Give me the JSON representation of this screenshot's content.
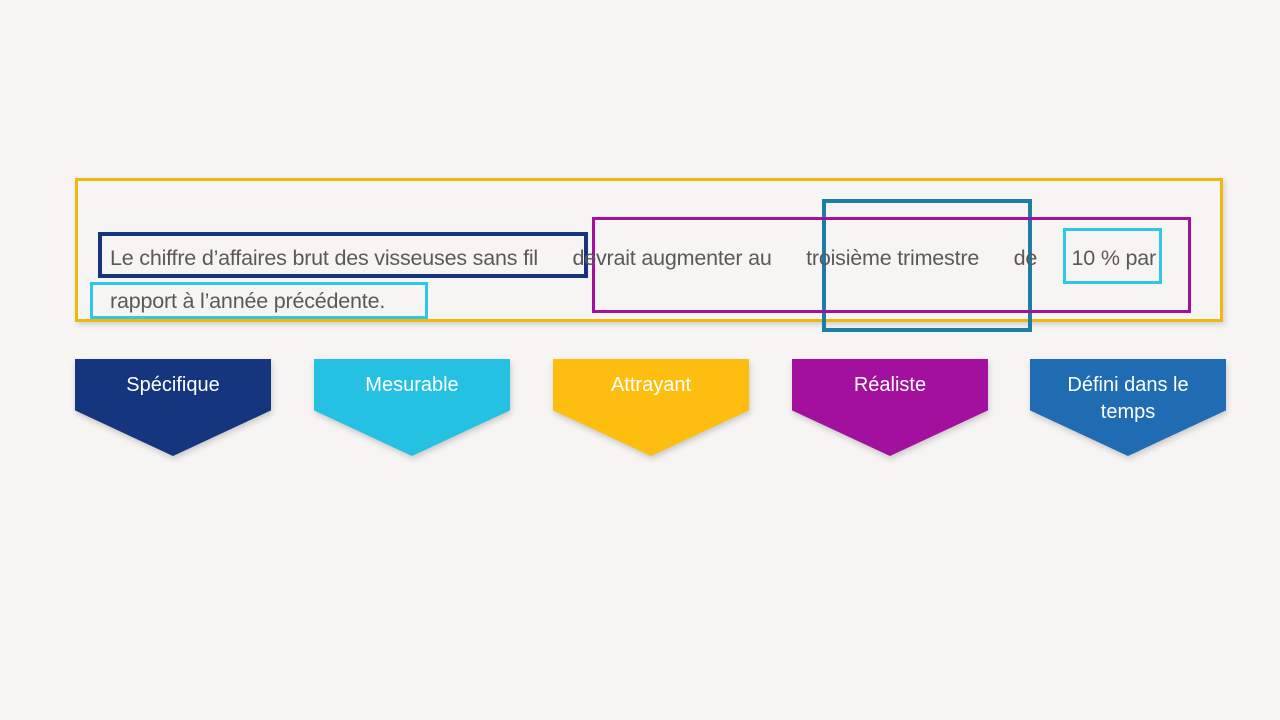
{
  "slide": {
    "background_color": "#f6f5f3",
    "text_color": "#595959"
  },
  "sentence": {
    "full": "Le chiffre d’affaires brut des visseuses sans fil devrait augmenter au troisième trimestre de 10 % par rapport à l’année précédente.",
    "segments": {
      "specific_part": "Le chiffre d’affaires brut des visseuses sans fil",
      "middle_part": "devrait augmenter au",
      "time_part": "troisième trimestre",
      "connector": "de",
      "measurable_part_line1": "10 % par",
      "measurable_part_line2": "rapport à l’année précédente."
    }
  },
  "annotation_boxes": {
    "gold_outer": {
      "meaning": "attrayant",
      "border_color": "#f2b70d"
    },
    "navy": {
      "meaning": "spécifique",
      "border_color": "#16357f"
    },
    "magenta": {
      "meaning": "réaliste",
      "border_color": "#a3109d"
    },
    "teal_tall": {
      "meaning": "défini dans le temps",
      "border_color": "#1c7ea6"
    },
    "cyan_measure": {
      "meaning": "mesurable",
      "border_color": "#2fc6ec"
    },
    "cyan_line2": {
      "meaning": "mesurable",
      "border_color": "#2fc6ec"
    }
  },
  "banners": [
    {
      "label": "Spécifique",
      "color": "#16357f"
    },
    {
      "label": "Mesurable",
      "color": "#25c1e3"
    },
    {
      "label": "Attrayant",
      "color": "#fdbe10"
    },
    {
      "label": "Réaliste",
      "color": "#a3109d"
    },
    {
      "label": "Défini dans le temps",
      "color": "#1f6cb3"
    }
  ]
}
